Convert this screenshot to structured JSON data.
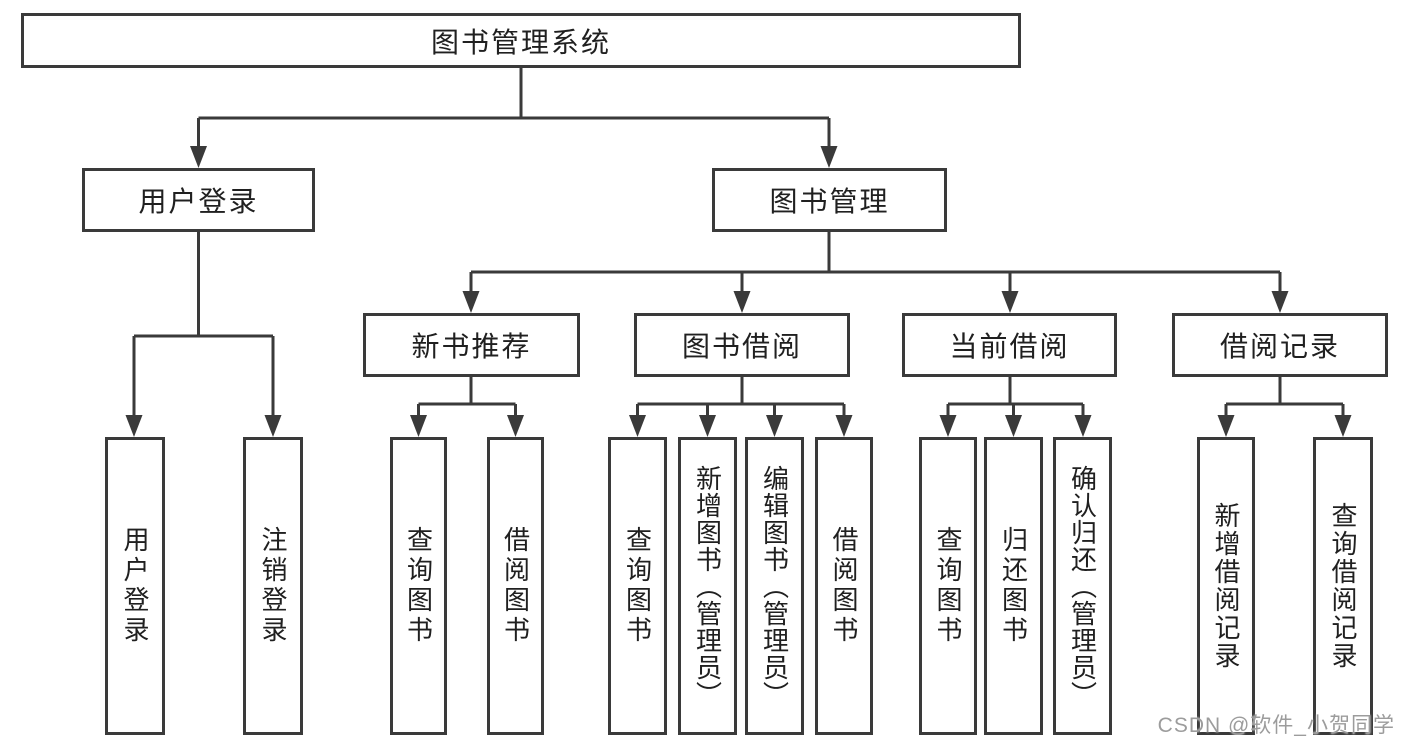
{
  "diagram": {
    "title_node": {
      "label": "图书管理系统"
    },
    "level2": [
      {
        "label": "用户登录"
      },
      {
        "label": "图书管理"
      }
    ],
    "level3": [
      {
        "label": "新书推荐"
      },
      {
        "label": "图书借阅"
      },
      {
        "label": "当前借阅"
      },
      {
        "label": "借阅记录"
      }
    ],
    "leaves": [
      {
        "label": "用户登录",
        "parent": "用户登录"
      },
      {
        "label": "注销登录",
        "parent": "用户登录"
      },
      {
        "label": "查询图书",
        "parent": "新书推荐"
      },
      {
        "label": "借阅图书",
        "parent": "新书推荐"
      },
      {
        "label": "查询图书",
        "parent": "图书借阅"
      },
      {
        "label": "新增图书（管理员）",
        "parent": "图书借阅"
      },
      {
        "label": "编辑图书（管理员）",
        "parent": "图书借阅"
      },
      {
        "label": "借阅图书",
        "parent": "图书借阅"
      },
      {
        "label": "查询图书",
        "parent": "当前借阅"
      },
      {
        "label": "归还图书",
        "parent": "当前借阅"
      },
      {
        "label": "确认归还（管理员）",
        "parent": "当前借阅"
      },
      {
        "label": "新增借阅记录",
        "parent": "借阅记录"
      },
      {
        "label": "查询借阅记录",
        "parent": "借阅记录"
      }
    ]
  },
  "watermark": {
    "text": "CSDN @软件_小贺同学"
  },
  "colors": {
    "line": "#3a3a3a",
    "box_border": "#3a3a3a",
    "text": "#202020",
    "background": "#ffffff",
    "watermark": "#9c9c9c"
  }
}
